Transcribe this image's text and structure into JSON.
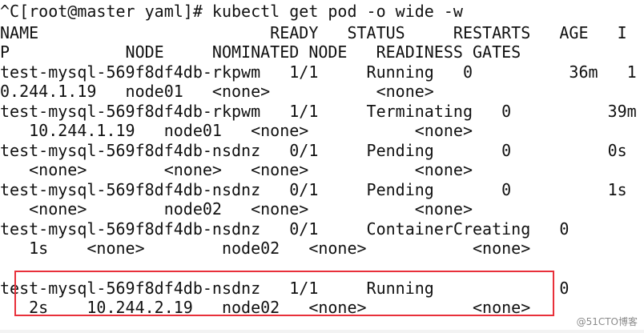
{
  "terminal": {
    "lines": [
      "^C[root@master yaml]# kubectl get pod -o wide -w",
      "NAME                        READY   STATUS     RESTARTS   AGE   I",
      "P            NODE     NOMINATED NODE   READINESS GATES",
      "test-mysql-569f8df4db-rkpwm   1/1     Running   0          36m   1",
      "0.244.1.19   node01   <none>           <none>",
      "test-mysql-569f8df4db-rkpwm   1/1     Terminating   0          39m",
      "   10.244.1.19   node01   <none>           <none>",
      "test-mysql-569f8df4db-nsdnz   0/1     Pending       0          0s",
      "   <none>        <none>   <none>           <none>",
      "test-mysql-569f8df4db-nsdnz   0/1     Pending       0          1s",
      "   <none>        node02   <none>           <none>",
      "test-mysql-569f8df4db-nsdnz   0/1     ContainerCreating   0",
      "   1s    <none>        node02   <none>           <none>",
      "",
      "test-mysql-569f8df4db-nsdnz   1/1     Running             0",
      "   2s    10.244.2.19   node02   <none>           <none>"
    ]
  },
  "watermark": {
    "text": "@51CTO博客"
  },
  "colors": {
    "text": "#111111",
    "background": "#ffffff",
    "highlight_border": "#e8303a",
    "watermark": "#8a8a8a"
  }
}
